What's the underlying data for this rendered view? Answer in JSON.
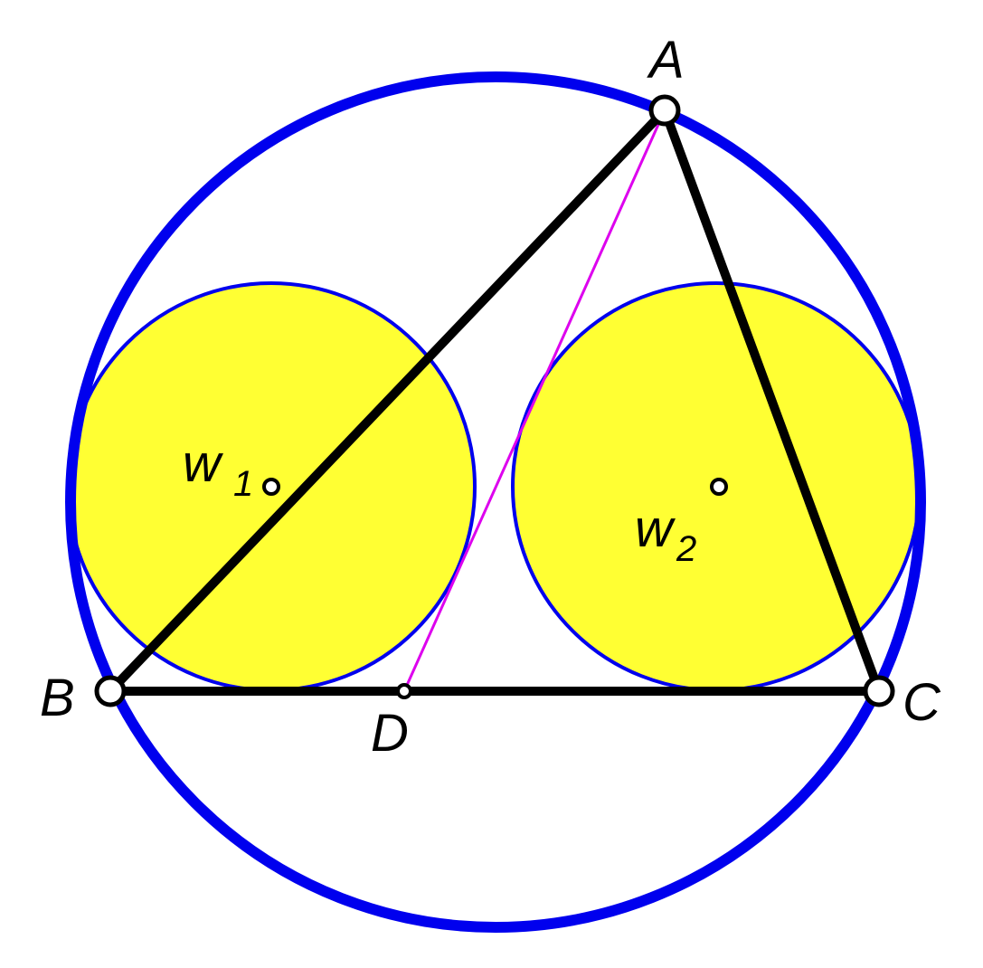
{
  "points": {
    "A": "A",
    "B": "B",
    "C": "C",
    "D": "D"
  },
  "circles": {
    "w1": {
      "letter": "w",
      "index": "1"
    },
    "w2": {
      "letter": "w",
      "index": "2"
    }
  },
  "colors": {
    "circumcircle": "#0000ee",
    "small_circle_stroke": "#0000ee",
    "small_circle_fill": "#ffff33",
    "triangle": "#000000",
    "cevian": "#dd00ee",
    "point_fill": "#ffffff",
    "point_stroke": "#000000"
  }
}
